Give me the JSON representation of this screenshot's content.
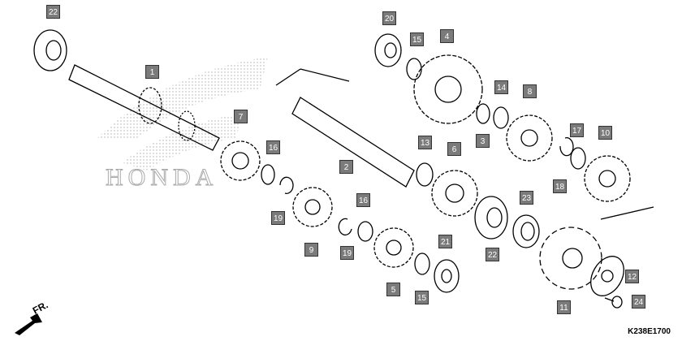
{
  "diagram_code": "K238E1700",
  "direction_label": "FR.",
  "logo_text": "HONDA",
  "callouts": [
    "22",
    "1",
    "7",
    "16",
    "19",
    "9",
    "2",
    "20",
    "15",
    "4",
    "14",
    "3",
    "8",
    "13",
    "6",
    "17",
    "18",
    "10",
    "16",
    "19",
    "5",
    "21",
    "15",
    "22",
    "23",
    "12",
    "24",
    "11"
  ]
}
